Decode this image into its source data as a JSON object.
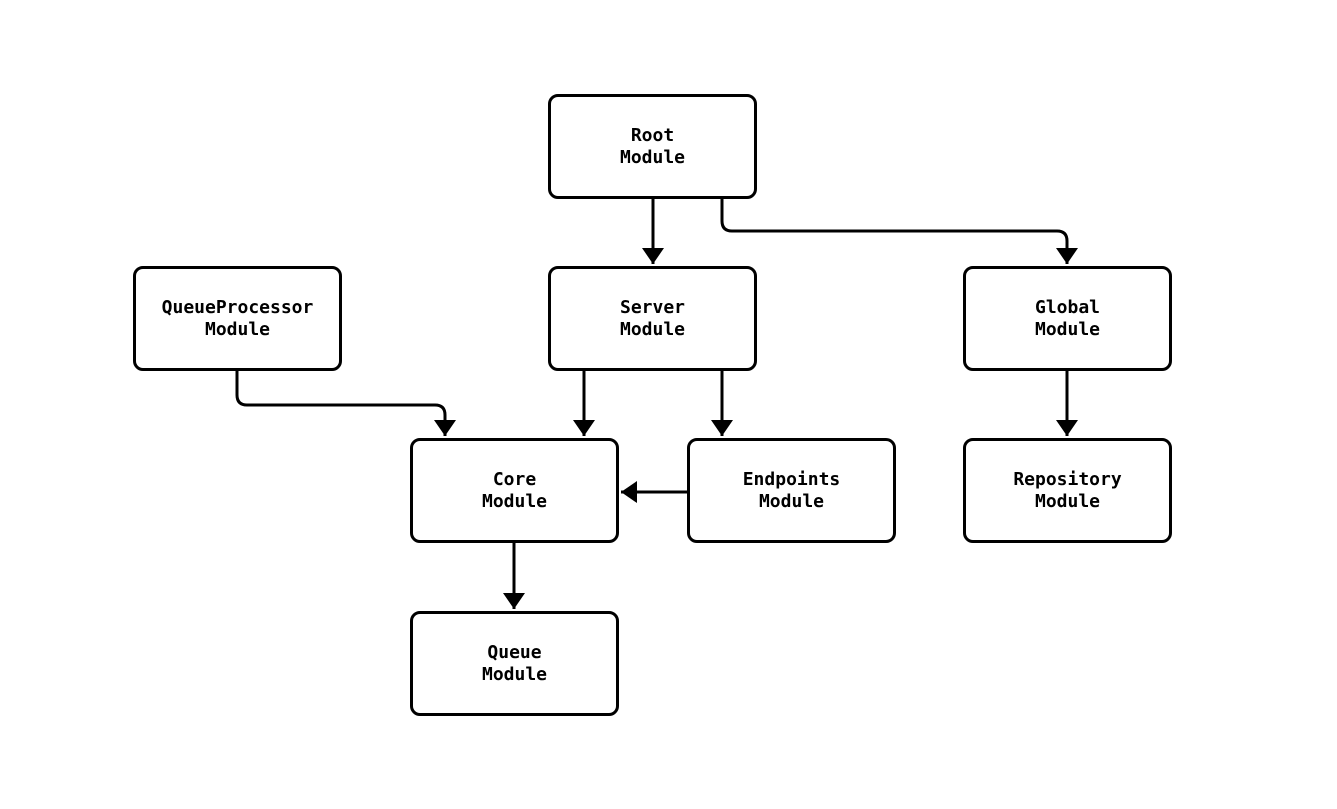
{
  "diagram": {
    "type": "module-dependency-flowchart",
    "colors": {
      "stroke": "#000000",
      "node_fill": "#ffffff",
      "background": "#ffffff",
      "text": "#000000"
    },
    "nodes": {
      "root": {
        "label": "Root\nModule"
      },
      "server": {
        "label": "Server\nModule"
      },
      "queueprocessor": {
        "label": "QueueProcessor\nModule"
      },
      "global": {
        "label": "Global\nModule"
      },
      "core": {
        "label": "Core\nModule"
      },
      "endpoints": {
        "label": "Endpoints\nModule"
      },
      "repository": {
        "label": "Repository\nModule"
      },
      "queue": {
        "label": "Queue\nModule"
      }
    },
    "edges": [
      {
        "from": "Root Module",
        "to": "Server Module"
      },
      {
        "from": "Root Module",
        "to": "Global Module"
      },
      {
        "from": "QueueProcessor Module",
        "to": "Core Module"
      },
      {
        "from": "Server Module",
        "to": "Core Module"
      },
      {
        "from": "Server Module",
        "to": "Endpoints Module"
      },
      {
        "from": "Endpoints Module",
        "to": "Core Module"
      },
      {
        "from": "Global Module",
        "to": "Repository Module"
      },
      {
        "from": "Core Module",
        "to": "Queue Module"
      }
    ]
  }
}
